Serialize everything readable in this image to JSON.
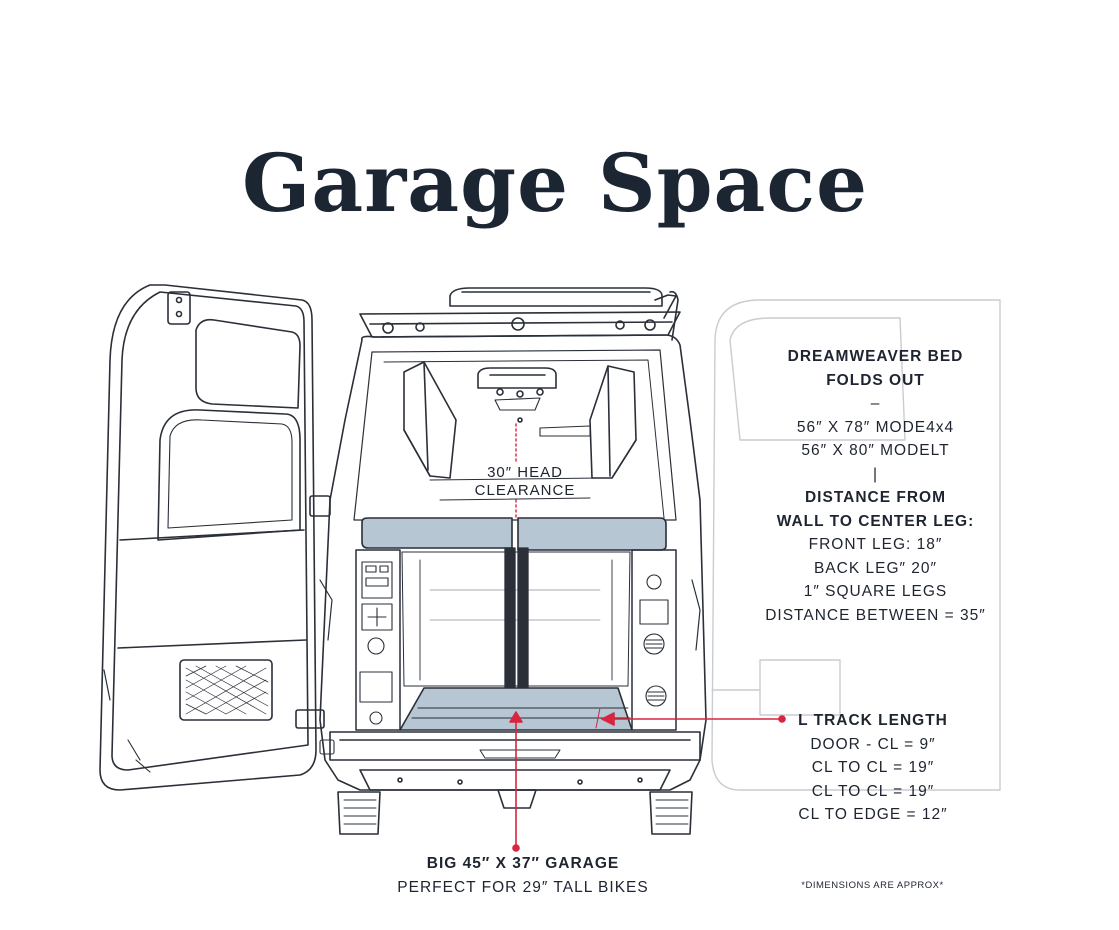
{
  "title": "Garage Space",
  "head_clearance": [
    "30″ HEAD",
    "CLEARANCE"
  ],
  "bed": {
    "heading": [
      "DREAMWEAVER BED",
      "FOLDS OUT"
    ],
    "dash": "–",
    "sizes": [
      "56″ X 78″ MODE4x4",
      "56″ X 80″ MODELT"
    ],
    "divider": "|",
    "distance_heading": [
      "DISTANCE FROM",
      "WALL TO CENTER LEG:"
    ],
    "distance_items": [
      "FRONT LEG: 18″",
      "BACK LEG″ 20″",
      "1″ SQUARE LEGS",
      "DISTANCE BETWEEN = 35″"
    ]
  },
  "ltrack": {
    "heading": "L TRACK LENGTH",
    "items": [
      "DOOR - CL = 9″",
      "CL TO CL = 19″",
      "CL TO CL = 19″",
      "CL TO EDGE = 12″"
    ]
  },
  "garage": {
    "heading": "BIG 45″ X 37″ GARAGE",
    "subline": "PERFECT FOR 29″ TALL BIKES"
  },
  "disclaimer": "*DIMENSIONS ARE APPROX*",
  "colors": {
    "ink": "#2a2f38",
    "accent_red": "#d9253f",
    "cushion_blue": "#b6c6d2",
    "faded": "#c9ccd1"
  }
}
